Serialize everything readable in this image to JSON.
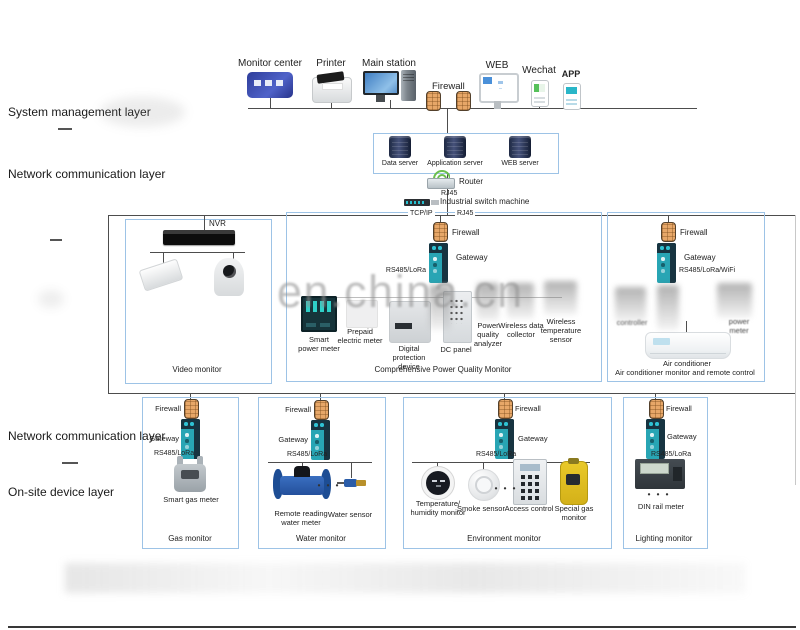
{
  "layer_labels": {
    "system_management": "System management layer",
    "network_communication_top": "Network communication layer",
    "network_communication_bottom": "Network communication layer",
    "on_site_device": "On-site device layer"
  },
  "top_tier": {
    "monitor_center": "Monitor center",
    "printer": "Printer",
    "main_station": "Main station",
    "firewall": "Firewall",
    "web": "WEB",
    "wechat": "Wechat",
    "app": "APP"
  },
  "server_group": {
    "data_server": "Data server",
    "application_server": "Application server",
    "web_server": "WEB server"
  },
  "network": {
    "router": "Router",
    "rj45_router": "RJ45",
    "industrial_switch": "Industrial switch machine",
    "tcp_ip": "TCP/IP",
    "rj45_bus": "RJ45"
  },
  "video_box": {
    "nvr": "NVR",
    "title": "Video monitor"
  },
  "power_box": {
    "firewall": "Firewall",
    "gateway": "Gateway",
    "bus_label": "RS485/LoRa",
    "smart_power_meter": "Smart power meter",
    "prepaid_electric_meter": "Prepaid electric meter",
    "digital_protection_device": "Digital protection device",
    "dc_panel": "DC panel",
    "power_quality_analyzer": "Power quality analyzer",
    "wireless_data_collector": "Wireless data collector",
    "wireless_temperature_sensor": "Wireless temperature sensor",
    "title": "Comprehensive Power Quality Monitor"
  },
  "ac_box": {
    "firewall": "Firewall",
    "gateway": "Gateway",
    "bus_label": "RS485/LoRa/WiFi",
    "controller": "controller",
    "air_conditioner": "Air conditioner",
    "power_meter": "power meter",
    "title": "Air conditioner monitor and remote control"
  },
  "gas_box": {
    "firewall": "Firewall",
    "gateway": "Gateway",
    "bus_label": "RS485/LoRa",
    "smart_gas_meter": "Smart gas meter",
    "title": "Gas monitor"
  },
  "water_box": {
    "firewall": "Firewall",
    "gateway": "Gateway",
    "bus_label": "RS485/LoRa",
    "remote_reading_water_meter": "Remote reading water meter",
    "water_sensor": "Water sensor",
    "title": "Water monitor"
  },
  "env_box": {
    "firewall": "Firewall",
    "gateway": "Gateway",
    "bus_label": "RS485/LoRa",
    "temperature_humidity_monitor": "Temperature/ humidity monitor",
    "smoke_sensor": "Smoke sensor",
    "access_control": "Access control",
    "special_gas_monitor": "Special gas monitor",
    "title": "Environment monitor"
  },
  "lighting_box": {
    "firewall": "Firewall",
    "gateway": "Gateway",
    "bus_label": "RS485/LoRa",
    "din_rail_meter": "DIN rail meter",
    "title": "Lighting monitor"
  },
  "watermark": "en.china.cn",
  "shared": {
    "ellipsis": "• • •"
  },
  "colors": {
    "box_border": "#9DC3E6",
    "firewall_orange": "#E7A768",
    "gateway_teal": "#28A5B4",
    "line": "#4D4D4D",
    "watermark_gray": "#8F8F8F"
  }
}
